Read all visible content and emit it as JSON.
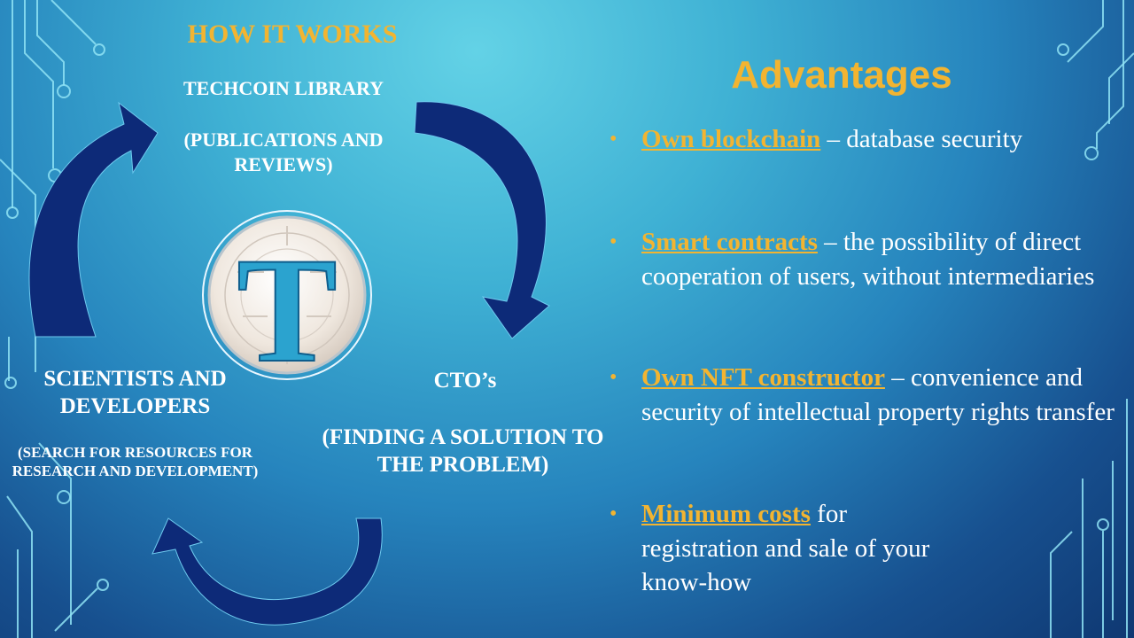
{
  "cycle": {
    "title": "HOW IT WORKS",
    "library": {
      "title": "TECHCOIN LIBRARY",
      "subtitle": "(PUBLICATIONS AND REVIEWS)"
    },
    "scientists": {
      "title": "SCIENTISTS AND DEVELOPERS",
      "subtitle": "(SEARCH FOR RESOURCES FOR RESEARCH AND DEVELOPMENT)"
    },
    "cto": {
      "title": "CTO’s",
      "subtitle": "(FINDING A SOLUTION TO THE PROBLEM)"
    },
    "logo_letter": "T"
  },
  "advantages": {
    "title": "Advantages",
    "items": [
      {
        "highlight": "Own blockchain",
        "rest": " – database security"
      },
      {
        "highlight": "Smart contracts",
        "rest": " – the possibility of direct cooperation of users, without intermediaries"
      },
      {
        "highlight": "Own NFT constructor",
        "rest": " – convenience and security of intellectual property rights transfer"
      },
      {
        "highlight": "Minimum costs",
        "rest": " for registration and sale of your know-how"
      }
    ]
  },
  "colors": {
    "accent": "#f2b431",
    "text": "#ffffff",
    "arrow": "#0d2a78",
    "circuit": "#8fe3f5"
  },
  "icons": {
    "bullet": "•"
  }
}
